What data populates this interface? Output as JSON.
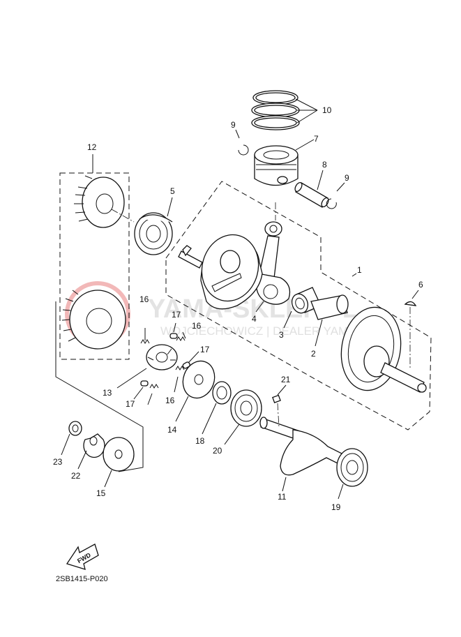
{
  "watermark": {
    "brand": "YAMA-SKLEP.PL",
    "dealer": "WOJCIECHOWICZ | DEALER YAM"
  },
  "diagram_code": "2SB1415-P020",
  "fwd_label": "FWD",
  "callouts": [
    "1",
    "2",
    "3",
    "4",
    "5",
    "6",
    "7",
    "8",
    "9",
    "9",
    "10",
    "11",
    "12",
    "13",
    "14",
    "15",
    "16",
    "16",
    "16",
    "17",
    "17",
    "17",
    "18",
    "19",
    "20",
    "21",
    "22",
    "23"
  ],
  "colors": {
    "line": "#111111",
    "watermark": "#e3e3e3",
    "watermark_logo": "#f2b8b8"
  }
}
